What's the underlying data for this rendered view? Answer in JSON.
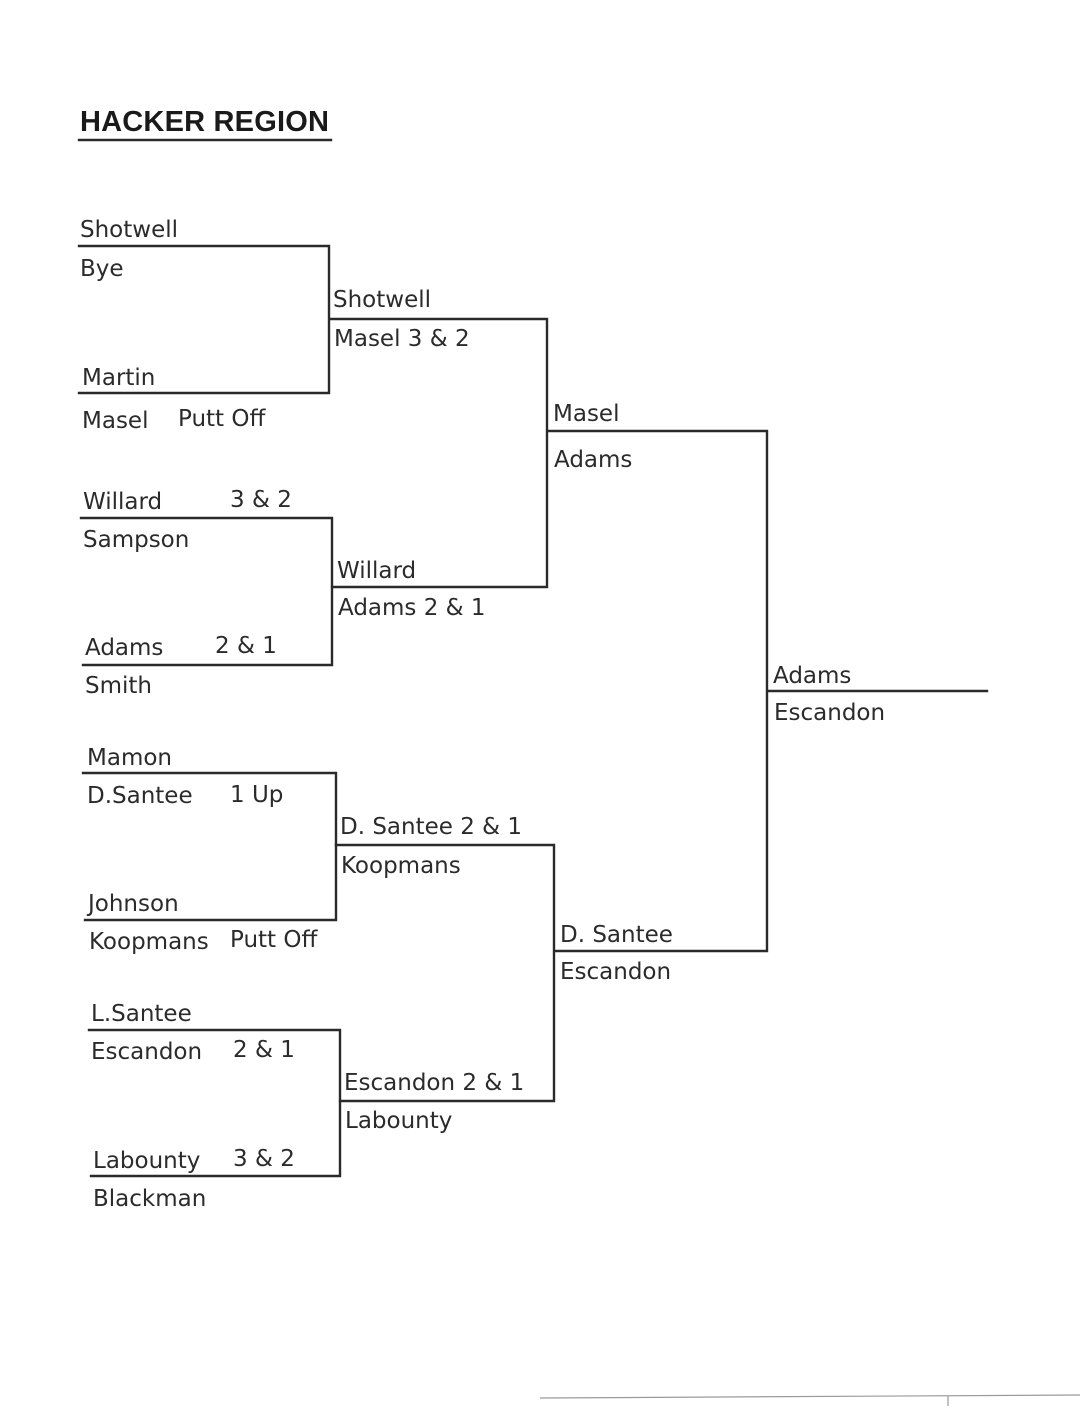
{
  "title": "HACKER REGION",
  "round1": [
    {
      "top": "Shotwell",
      "bottom": "Bye",
      "bottom_result": ""
    },
    {
      "top": "Martin",
      "bottom": "Masel",
      "bottom_result": "Putt Off"
    },
    {
      "top": "Willard",
      "top_result": "3 & 2",
      "bottom": "Sampson"
    },
    {
      "top": "Adams",
      "top_result": "2 & 1",
      "bottom": "Smith"
    },
    {
      "top": "Mamon",
      "bottom": "D.Santee",
      "bottom_result": "1 Up"
    },
    {
      "top": "Johnson",
      "bottom": "Koopmans",
      "bottom_result": "Putt Off"
    },
    {
      "top": "L.Santee",
      "bottom": "Escandon",
      "bottom_result": "2 & 1"
    },
    {
      "top": "Labounty",
      "top_result": "3 & 2",
      "bottom": "Blackman"
    }
  ],
  "round2": [
    {
      "top": "Shotwell",
      "bottom": "Masel 3 & 2"
    },
    {
      "top": "Willard",
      "bottom": "Adams 2 & 1"
    },
    {
      "top": "D. Santee 2 & 1",
      "bottom": "Koopmans"
    },
    {
      "top": "Escandon 2 & 1",
      "bottom": "Labounty"
    }
  ],
  "round3": [
    {
      "top": "Masel",
      "bottom": "Adams"
    },
    {
      "top": "D. Santee",
      "bottom": "Escandon"
    }
  ],
  "final": {
    "top": "Adams",
    "bottom": "Escandon"
  }
}
